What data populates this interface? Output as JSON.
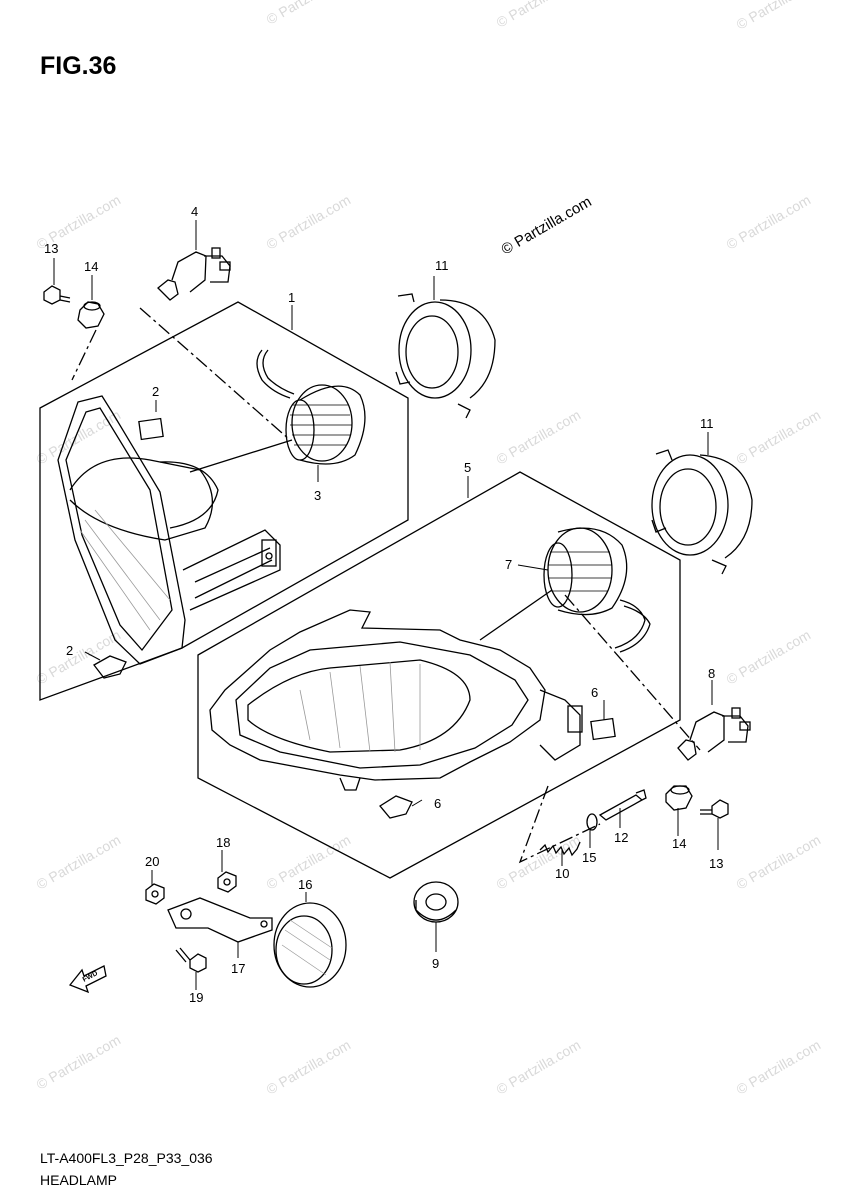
{
  "figure": {
    "title": "FIG.36"
  },
  "footer": {
    "code": "LT-A400FL3_P28_P33_036",
    "name": "HEADLAMP"
  },
  "watermark": "© Partzilla.com",
  "fwd_label": "FWD",
  "callouts": [
    "1",
    "2",
    "2",
    "3",
    "4",
    "5",
    "6",
    "6",
    "7",
    "8",
    "9",
    "10",
    "11",
    "11",
    "12",
    "13",
    "13",
    "14",
    "14",
    "15",
    "16",
    "17",
    "18",
    "19",
    "20"
  ]
}
